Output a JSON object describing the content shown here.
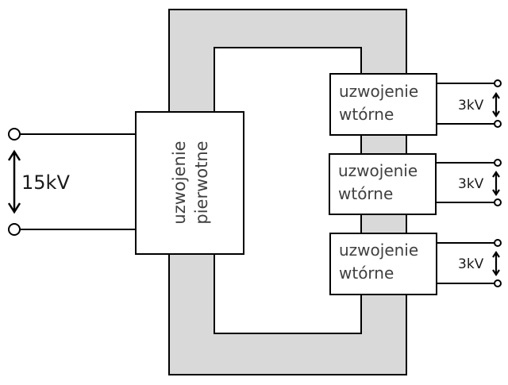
{
  "diagram": {
    "type": "transformer-schematic",
    "primary": {
      "label_line1": "uzwojenie",
      "label_line2": "pierwotne",
      "voltage": "15kV"
    },
    "secondaries": [
      {
        "label_line1": "uzwojenie",
        "label_line2": "wtórne",
        "voltage": "3kV"
      },
      {
        "label_line1": "uzwojenie",
        "label_line2": "wtórne",
        "voltage": "3kV"
      },
      {
        "label_line1": "uzwojenie",
        "label_line2": "wtórne",
        "voltage": "3kV"
      }
    ],
    "colors": {
      "core": "#d9d9d9",
      "stroke": "#000000",
      "box_text": "#404040",
      "voltage_text": "#1a1a1a"
    }
  }
}
